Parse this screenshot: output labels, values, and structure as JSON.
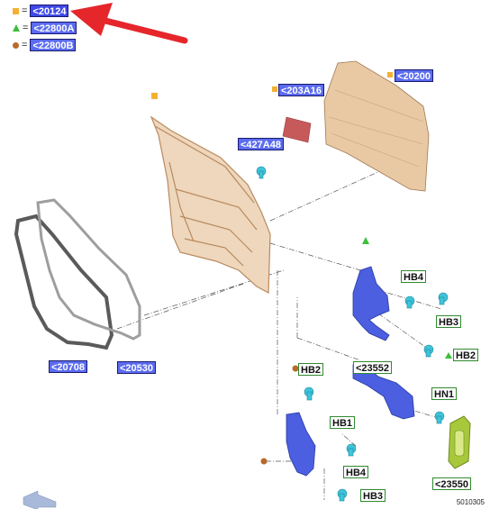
{
  "legend": [
    {
      "symbol": "square-icon",
      "eq": "=",
      "ref": "<20124",
      "color": "#f2b134"
    },
    {
      "symbol": "triangle-icon",
      "eq": "=",
      "ref": "<22800A",
      "color": "#3cbf3c"
    },
    {
      "symbol": "circle-icon",
      "eq": "=",
      "ref": "<22800B",
      "color": "#b8692a"
    }
  ],
  "callouts": {
    "c20200": "<20200",
    "c203A16": "<203A16",
    "c427A48": "<427A48",
    "c20708": "<20708",
    "c20530": "<20530",
    "hb4_top": "HB4",
    "hb3_top": "HB3",
    "hb2_right": "HB2",
    "hb2_left": "HB2",
    "c23552": "<23552",
    "hn1": "HN1",
    "hb1": "HB1",
    "hb4_bottom": "HB4",
    "hb3_bottom": "HB3",
    "c23550": "<23550"
  },
  "diagram_code": "5010305",
  "colors": {
    "callout_blue": "#5b6cf0",
    "callout_green_border": "#2f8a2f",
    "pointer_arrow": "#e5262b",
    "door_shell": "#e8c9a4",
    "hinge": "#4b5fe0",
    "bolt": "#3fc4d9",
    "seal": "#6e6e6e"
  }
}
